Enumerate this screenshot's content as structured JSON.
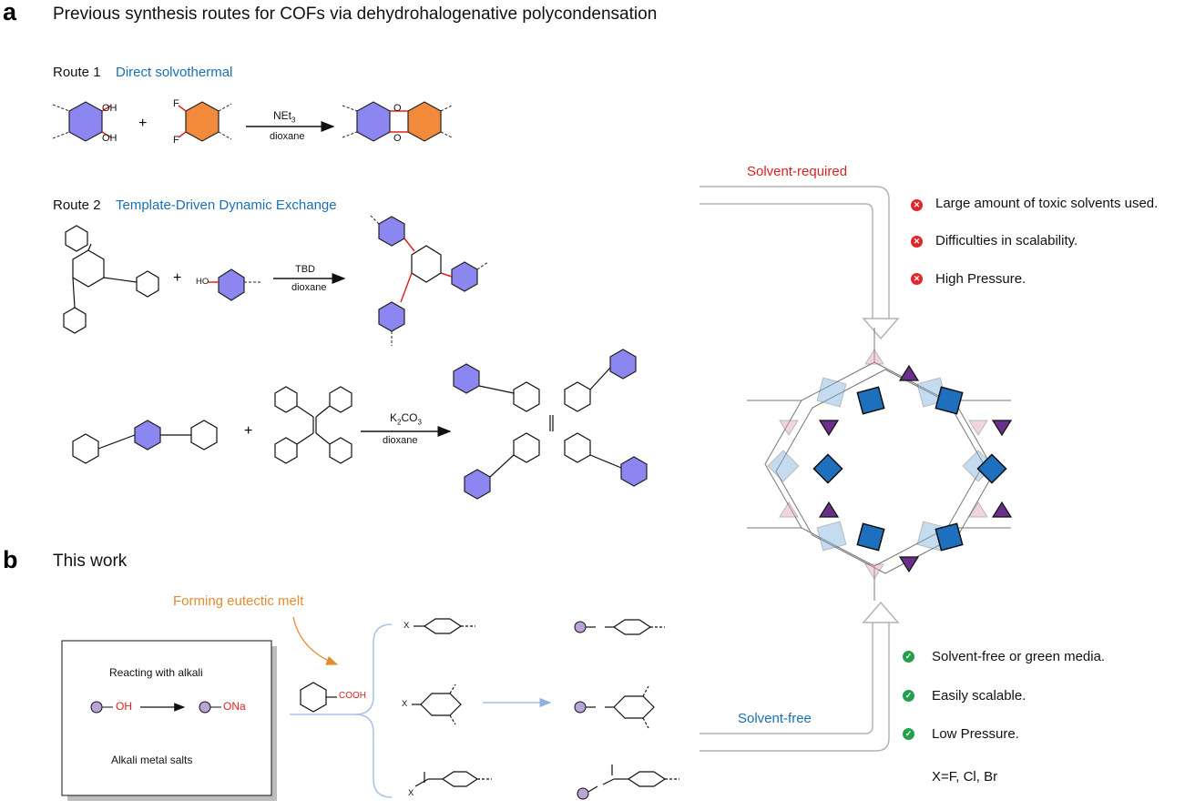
{
  "panel_a": {
    "letter": "a",
    "title": "Previous synthesis routes for COFs via dehydrohalogenative polycondensation",
    "route1": {
      "label": "Route 1",
      "name": "Direct solvothermal",
      "reagent": "NEt",
      "reagent_sub": "3",
      "solvent": "dioxane",
      "atom_oh_top": "OH",
      "atom_oh_bottom": "OH",
      "atom_f_top": "F",
      "atom_f_bottom": "F",
      "atom_o_top": "O",
      "atom_o_bottom": "O",
      "plus": "+"
    },
    "route2": {
      "label": "Route 2",
      "name": "Template-Driven Dynamic Exchange",
      "reaction1": {
        "reagent": "TBD",
        "solvent": "dioxane",
        "ho_label": "HO",
        "plus": "+"
      },
      "reaction2": {
        "reagent": "K",
        "reagent_sub": "2",
        "reagent_rest": "CO",
        "reagent_sub2": "3",
        "solvent": "dioxane",
        "plus": "+"
      }
    }
  },
  "panel_b": {
    "letter": "b",
    "title": "This work",
    "eutectic_label": "Forming eutectic melt",
    "box": {
      "top_text": "Reacting with alkali",
      "oh_label": "OH",
      "ona_label": "ONa",
      "bottom_text": "Alkali metal salts"
    },
    "acid_label": "COOH",
    "x_label": "X"
  },
  "right": {
    "solvent_required_label": "Solvent-required",
    "solvent_free_label": "Solvent-free",
    "drawbacks": [
      "Large amount of toxic solvents used.",
      "Difficulties in scalability.",
      "High Pressure."
    ],
    "advantages": [
      "Solvent-free or green media.",
      "Easily scalable.",
      "Low Pressure."
    ],
    "halogen_note": "X=F, Cl, Br"
  },
  "colors": {
    "blue_hex": "#8b86f0",
    "orange_hex": "#f28a3c",
    "red_bond": "#e0201f",
    "accent_blue": "#1a6fb5",
    "orange_text": "#e68a2e",
    "purple_node": "#b9a4d8",
    "cof_square": "#1f6fbf",
    "cof_triangle": "#6a2f8c"
  }
}
